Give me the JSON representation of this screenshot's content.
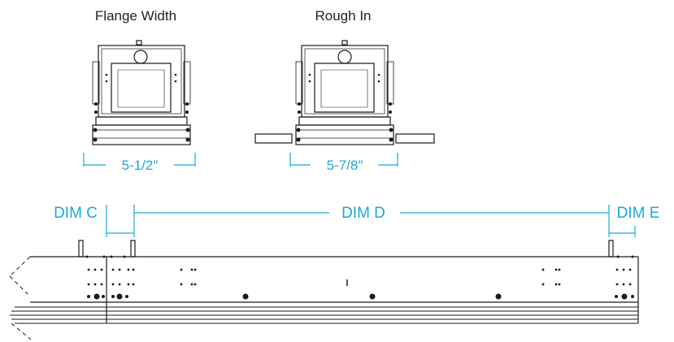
{
  "titles": {
    "flange_width": "Flange Width",
    "rough_in": "Rough In"
  },
  "dimensions": {
    "flange": "5-1/2″",
    "rough": "5-7/8″",
    "dim_c": "DIM C",
    "dim_d": "DIM D",
    "dim_e": "DIM E"
  },
  "colors": {
    "dimension": "#1ba9d8",
    "line": "#1a1a1a"
  }
}
